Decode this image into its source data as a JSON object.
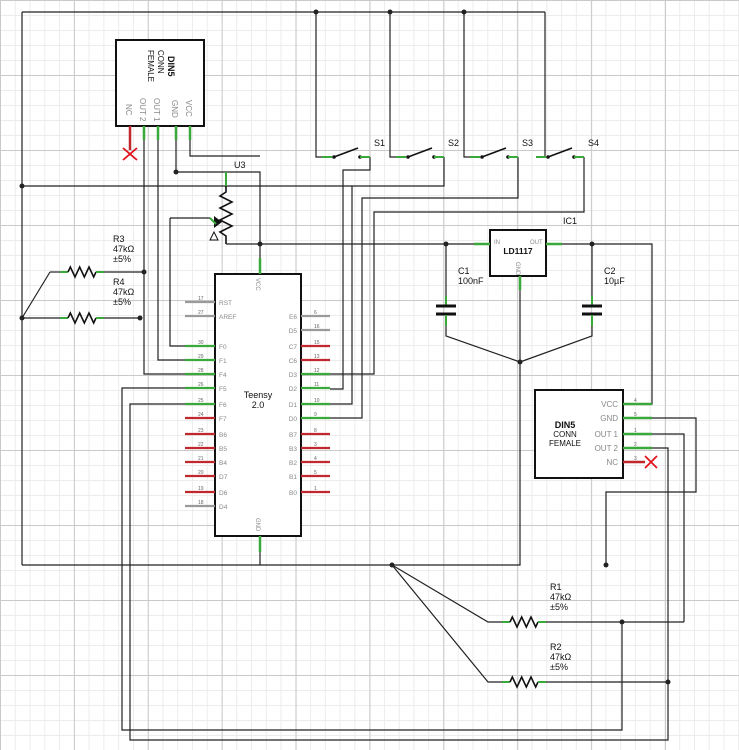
{
  "colors": {
    "wire": "#222222",
    "pin_ok": "#3aa83a",
    "pin_nc": "#c0282d",
    "pin_unused": "#9a9a9a",
    "nc_mark": "#e0141d"
  },
  "din_top": {
    "title": "DIN5",
    "line2": "CONN",
    "line3": "FEMALE",
    "pins": [
      "NC",
      "OUT 2",
      "OUT 1",
      "GND",
      "VCC"
    ]
  },
  "din_right": {
    "title": "DIN5",
    "line2": "CONN",
    "line3": "FEMALE",
    "pins": [
      "VCC",
      "GND",
      "OUT 1",
      "OUT 2",
      "NC"
    ],
    "pin_numbers": [
      "4",
      "5",
      "1",
      "2",
      "3"
    ]
  },
  "teensy": {
    "name": "Teensy",
    "version": "2.0",
    "left_pins": [
      "RST",
      "AREF",
      "F0",
      "F1",
      "F4",
      "F5",
      "F6",
      "F7",
      "B6",
      "B5",
      "B4",
      "D7",
      "D6",
      "D4"
    ],
    "left_nums": [
      "17",
      "27",
      "30",
      "29",
      "28",
      "26",
      "25",
      "24",
      "23",
      "22",
      "21",
      "20",
      "19",
      "18"
    ],
    "right_pins": [
      "E6",
      "D5",
      "C7",
      "C6",
      "D3",
      "D2",
      "D1",
      "D0",
      "B7",
      "B3",
      "B2",
      "B1",
      "B0"
    ],
    "right_nums": [
      "6",
      "16",
      "15",
      "13",
      "12",
      "11",
      "10",
      "9",
      "8",
      "3",
      "4",
      "5",
      "1"
    ],
    "top_pin": "VCC",
    "bottom_pin": "GND"
  },
  "regulator": {
    "ref": "IC1",
    "part": "LD1117",
    "in": "IN",
    "out": "OUT",
    "gnd": "GND"
  },
  "pot": {
    "ref": "U3"
  },
  "switches": [
    "S1",
    "S2",
    "S3",
    "S4"
  ],
  "capacitors": [
    {
      "ref": "C1",
      "value": "100nF"
    },
    {
      "ref": "C2",
      "value": "10µF"
    }
  ],
  "resistors": [
    {
      "ref": "R3",
      "value": "47kΩ",
      "tol": "±5%"
    },
    {
      "ref": "R4",
      "value": "47kΩ",
      "tol": "±5%"
    },
    {
      "ref": "R1",
      "value": "47kΩ",
      "tol": "±5%"
    },
    {
      "ref": "R2",
      "value": "47kΩ",
      "tol": "±5%"
    }
  ]
}
